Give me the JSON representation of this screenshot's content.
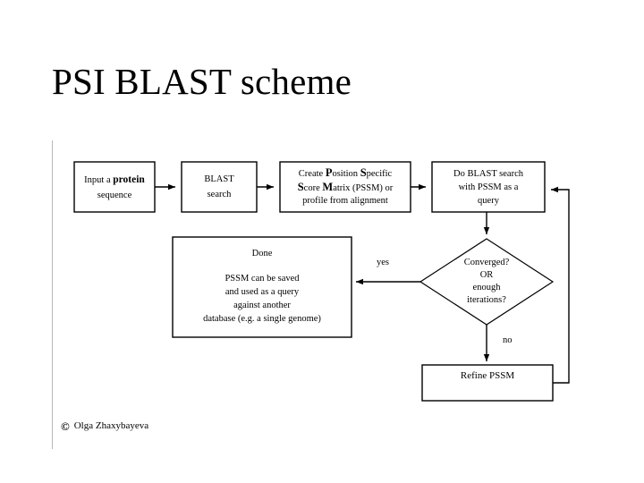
{
  "slide": {
    "title": "PSI BLAST scheme",
    "background_color": "#ffffff",
    "text_color": "#000000",
    "frame_line_color": "#b8b8b8"
  },
  "diagram": {
    "type": "flowchart",
    "nodes": {
      "input_sequence": {
        "shape": "rectangle",
        "line1_a": "Input a ",
        "line1_bold": "protein",
        "line2": "sequence"
      },
      "blast_search": {
        "shape": "rectangle",
        "line1": "BLAST",
        "line2": "search"
      },
      "create_pssm": {
        "shape": "rectangle",
        "l1_a": "Create ",
        "l1_p": "P",
        "l1_b": "osition ",
        "l1_s": "S",
        "l1_c": "pecific",
        "l2_s": "S",
        "l2_a": "core ",
        "l2_m": "M",
        "l2_b": "atrix (PSSM) or",
        "l3": "profile from alignment"
      },
      "do_blast_with_pssm": {
        "shape": "rectangle",
        "line1": "Do BLAST search",
        "line2": "with PSSM as a",
        "line3": "query"
      },
      "done": {
        "shape": "rectangle",
        "heading": "Done",
        "line1": "PSSM can be saved",
        "line2": "and used as a query",
        "line3": "against another",
        "line4": "database (e.g. a single genome)"
      },
      "decision": {
        "shape": "diamond",
        "line1": "Converged?",
        "line2": "OR",
        "line3": "enough",
        "line4": "iterations?"
      },
      "refine_pssm": {
        "shape": "rectangle",
        "line1": "Refine PSSM"
      }
    },
    "edge_labels": {
      "yes": "yes",
      "no": "no"
    }
  },
  "credit": {
    "symbol": "copyright-icon",
    "glyph": "©",
    "name": "Olga Zhaxybayeva"
  }
}
